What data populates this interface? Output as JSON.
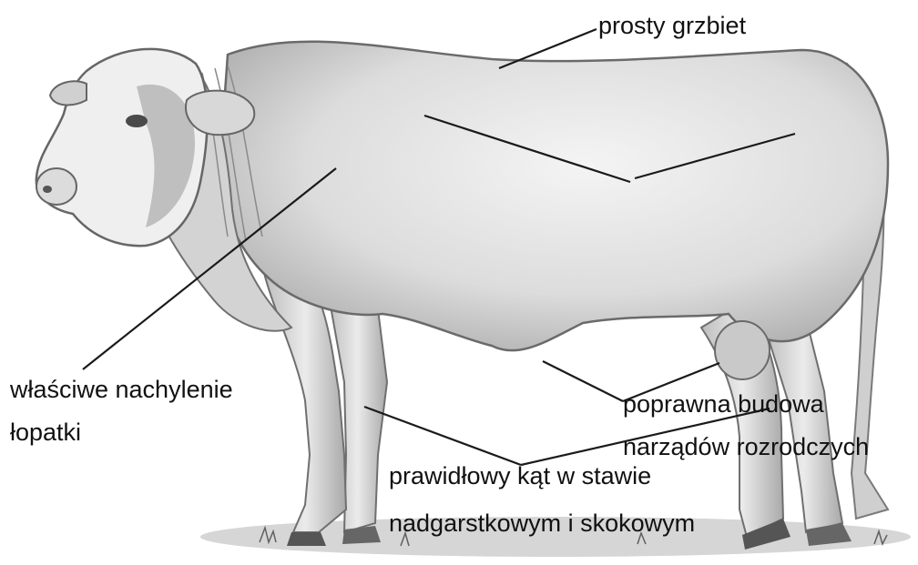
{
  "labels": {
    "back": "prosty grzbiet",
    "shoulder_line1": "właściwe nachylenie",
    "shoulder_line2": "łopatki",
    "reproductive_line1": "poprawna budowa",
    "reproductive_line2": "narządów rozrodczych",
    "joint_line1": "prawidłowy kąt w stawie",
    "joint_line2": "nadgarstkowym i skokowym"
  },
  "colors": {
    "background": "#ffffff",
    "text": "#111111",
    "leader_lines": "#1a1a1a",
    "sketch_shade": "#8a8a8a"
  }
}
